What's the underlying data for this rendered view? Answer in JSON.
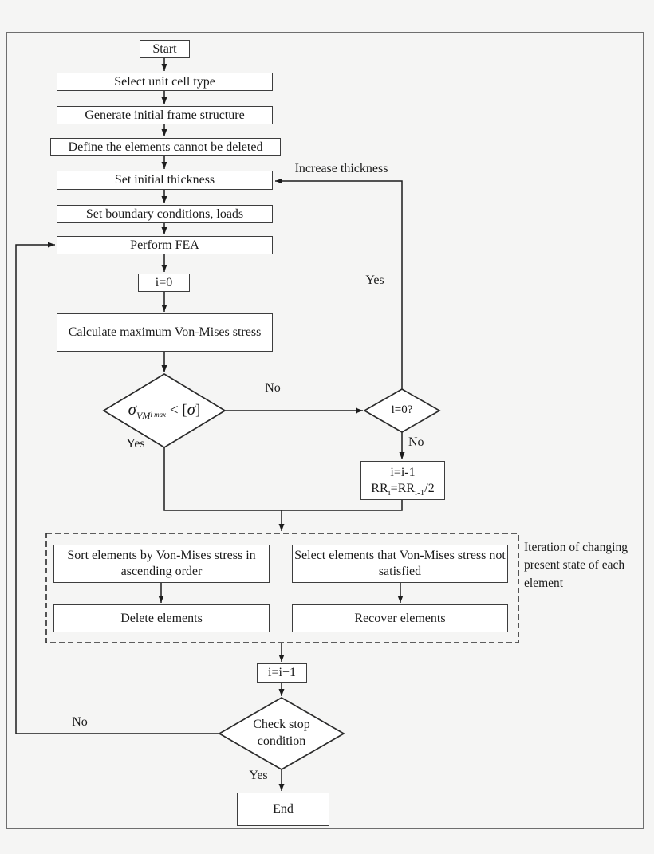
{
  "nodes": {
    "start": "Start",
    "select_unit": "Select unit cell type",
    "generate": "Generate initial frame structure",
    "define": "Define the elements cannot be deleted",
    "set_thickness": "Set initial thickness",
    "set_boundary": "Set boundary conditions, loads",
    "perform_fea": "Perform FEA",
    "i_zero": "i=0",
    "calc_stress": "Calculate maximum Von-Mises stress",
    "i_zero_q": "i=0?",
    "rr_line1": "i=i-1",
    "sort_elements": "Sort elements by Von-Mises stress in ascending order",
    "select_elements": "Select elements that Von-Mises stress not satisfied",
    "delete_elements": "Delete elements",
    "recover_elements": "Recover elements",
    "i_plus": "i=i+1",
    "check_stop": "Check stop condition",
    "end": "End"
  },
  "formula": {
    "sigma": "σ",
    "sub_vm": "VM",
    "sub_imax": "i max",
    "mid": " < [",
    "sigma2": "σ",
    "close": "]"
  },
  "rr": {
    "p1": "RR",
    "s1": "i",
    "p2": "=RR",
    "s2": "i-1",
    "p3": "/2"
  },
  "edge_labels": {
    "increase_thickness": "Increase thickness",
    "yes_thickness": "Yes",
    "no_stress": "No",
    "yes_stress": "Yes",
    "no_izero": "No",
    "no_stop": "No",
    "yes_stop": "Yes"
  },
  "annotation": "Iteration of changing present state of each element",
  "colors": {
    "background": "#f5f5f4",
    "box_fill": "#ffffff",
    "box_border": "#3d3d3d",
    "line": "#1c1c1c",
    "frame_border": "#6e6e6e"
  }
}
